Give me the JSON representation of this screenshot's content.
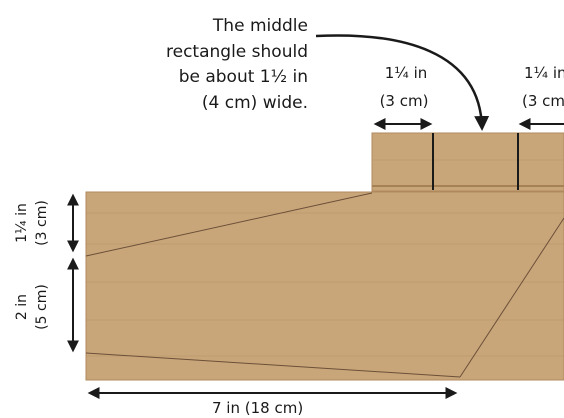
{
  "callout": {
    "line1": "The middle",
    "line2": "rectangle should",
    "line3": "be about 1½ in",
    "line4": "(4 cm) wide."
  },
  "flap_left": {
    "inches": "1¼ in",
    "cm": "(3 cm)"
  },
  "flap_right": {
    "inches": "1¼ in",
    "cm": "(3 cm"
  },
  "height_top": {
    "inches": "1¼ in",
    "cm": "(3 cm)"
  },
  "height_bottom": {
    "inches": "2 in",
    "cm": "(5 cm)"
  },
  "width_bottom": {
    "label": "7 in (18 cm)"
  },
  "colors": {
    "cardboard": "#c9a57a",
    "cardboard_shade": "#b99467",
    "ink": "#1a1a1a",
    "pencil": "#6b5038"
  }
}
